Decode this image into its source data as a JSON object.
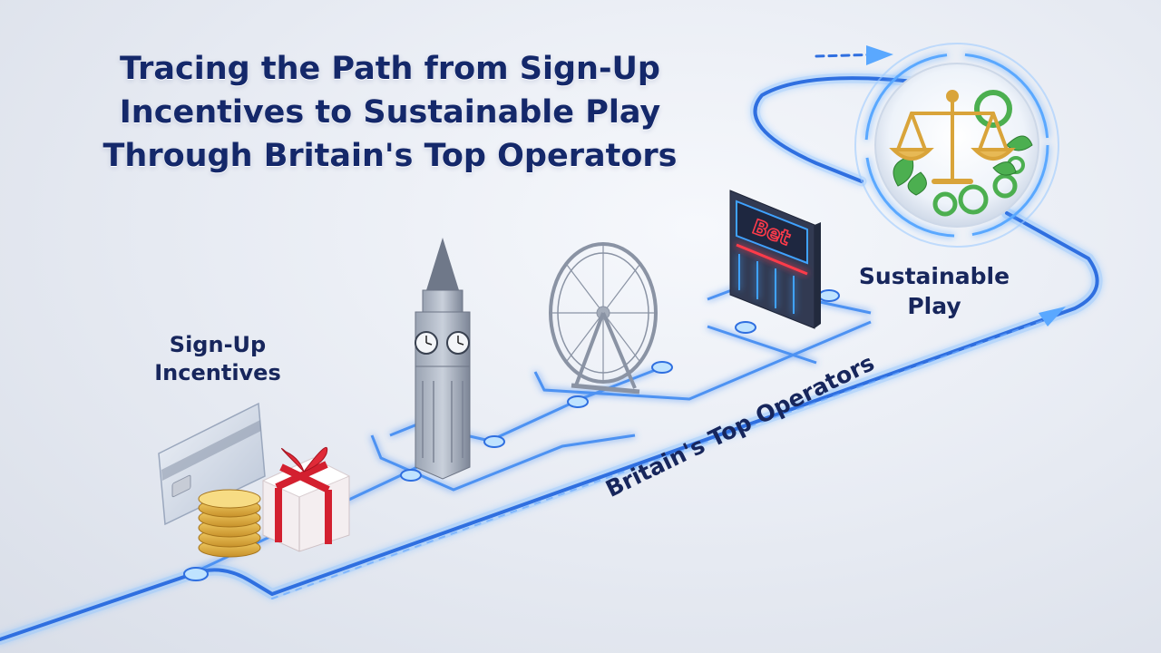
{
  "title": {
    "line1": "Tracing the Path from Sign-Up",
    "line2": "Incentives to Sustainable Play",
    "line3": "Through Britain's Top Operators"
  },
  "stages": {
    "signup": {
      "line1": "Sign-Up",
      "line2": "Incentives"
    },
    "operators": {
      "label": "Britain's Top Operators"
    },
    "sustainable": {
      "line1": "Sustainable",
      "line2": "Play"
    }
  },
  "shop_sign": "Bet",
  "icons": [
    "credit-card-icon",
    "coin-stack-icon",
    "gift-box-icon",
    "big-ben-icon",
    "ferris-wheel-icon",
    "betting-shop-icon",
    "balance-scale-icon",
    "gear-icon",
    "leaf-icon"
  ],
  "colors": {
    "title": "#14286a",
    "label": "#17265c",
    "path_glow": "#5aa8ff",
    "path_core": "#2f6fe0",
    "node": "#bfe3ff",
    "neon_sign": "#ff3b4a",
    "scale_gold": "#d9a43a",
    "gear_green": "#4caf50"
  }
}
